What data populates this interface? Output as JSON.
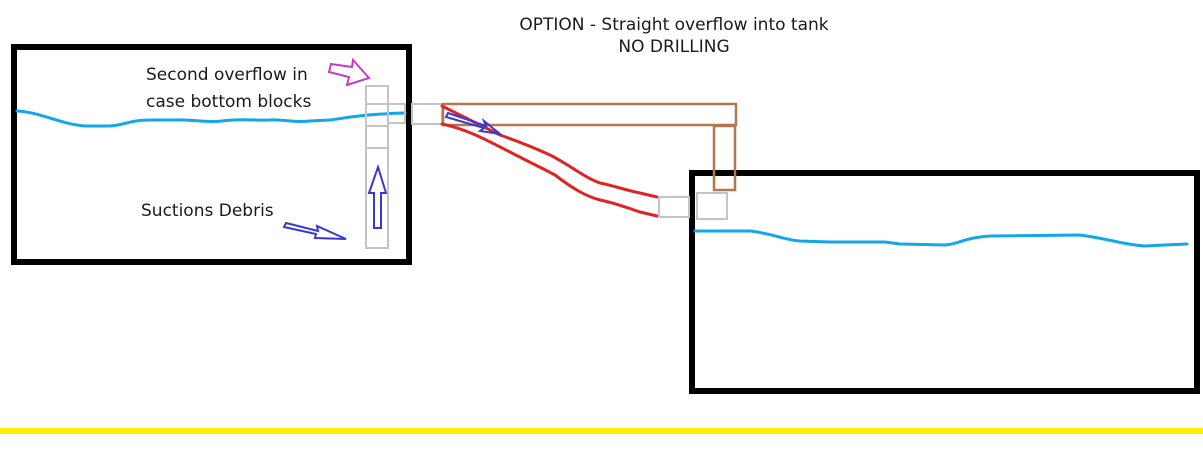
{
  "title": {
    "line1": "OPTION - Straight overflow into tank",
    "line2": "NO DRILLING"
  },
  "labels": {
    "second_overflow_line1": "Second overflow in",
    "second_overflow_line2": "case bottom blocks",
    "suctions_debris": "Suctions Debris"
  },
  "colors": {
    "tank_border": "#000000",
    "water": "#12a7e8",
    "pipe_gray": "#c4c4c4",
    "pipe_brown": "#b07850",
    "flow_red": "#e02424",
    "arrow_blue": "#3a3ad0",
    "arrow_magenta": "#c23ec2",
    "ground": "#ffee00"
  }
}
